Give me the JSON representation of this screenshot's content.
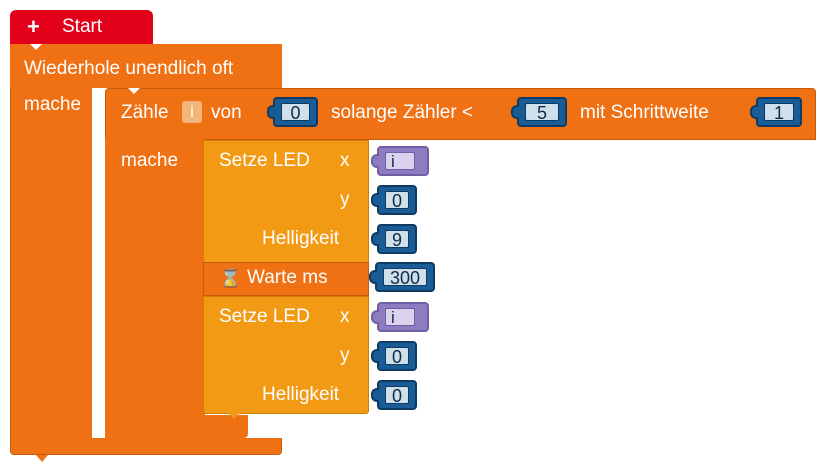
{
  "start": {
    "label": "Start",
    "icon": "plus-icon"
  },
  "forever": {
    "title": "Wiederhole unendlich oft",
    "do_label": "mache"
  },
  "count": {
    "label_count": "Zähle",
    "var_name": "i",
    "label_from": "von",
    "from_value": "0",
    "label_while": "solange Zähler <",
    "to_value": "5",
    "label_step": "mit Schrittweite",
    "step_value": "1",
    "do_label": "mache"
  },
  "set_led_1": {
    "label": "Setze LED",
    "x_label": "x",
    "x_value": "i",
    "y_label": "y",
    "y_value": "0",
    "brightness_label": "Helligkeit",
    "brightness_value": "9"
  },
  "wait": {
    "icon": "hourglass-icon",
    "label": "Warte ms",
    "value": "300"
  },
  "set_led_2": {
    "label": "Setze LED",
    "x_label": "x",
    "x_value": "i",
    "y_label": "y",
    "y_value": "0",
    "brightness_label": "Helligkeit",
    "brightness_value": "0"
  },
  "colors": {
    "start": "#e3001b",
    "loop": "#f07014",
    "action": "#f29a14",
    "number_slot": "#1a5d96",
    "variable": "#8d7cc0"
  }
}
